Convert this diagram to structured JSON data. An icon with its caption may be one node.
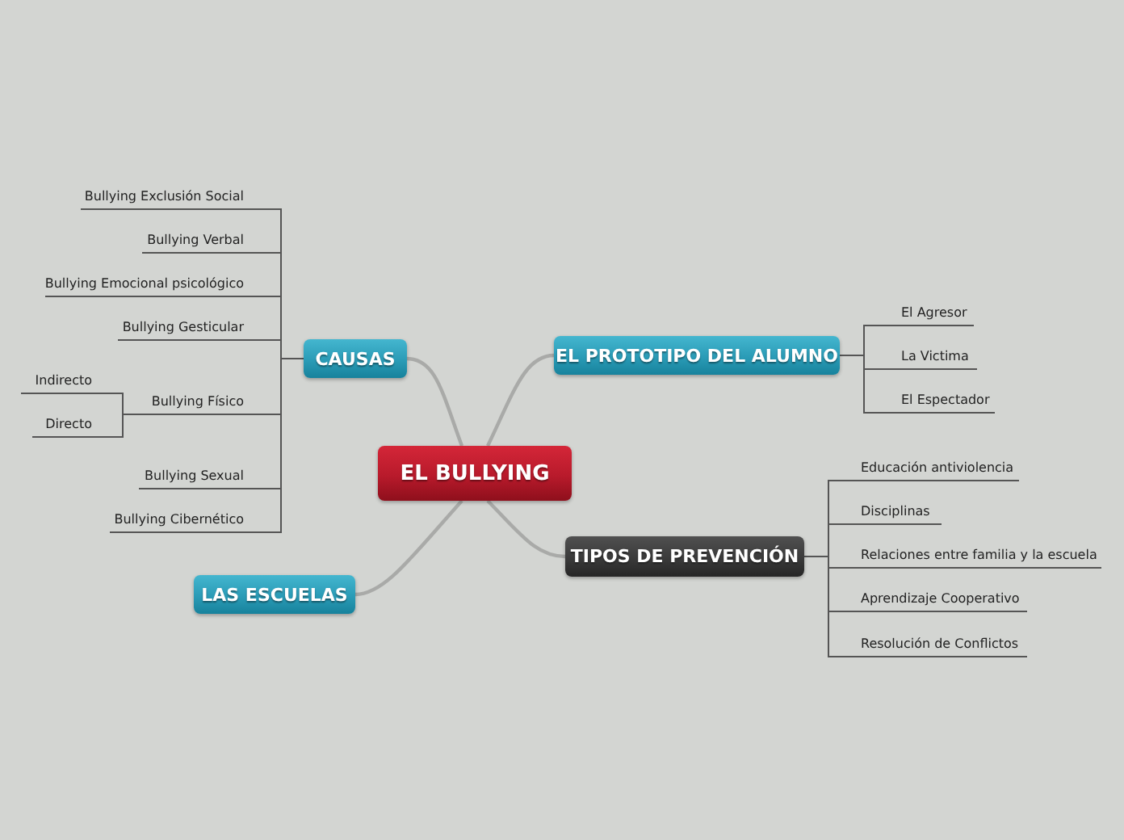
{
  "diagram": {
    "nodes": [
      {
        "text": [
          "EL BULLYING"
        ]
      },
      {
        "text": [
          "CAUSAS"
        ]
      },
      {
        "text": [
          "EL PROTOTIPO DEL ALUMNO"
        ]
      },
      {
        "text": [
          "TIPOS DE PREVENCIÓN"
        ]
      },
      {
        "text": [
          "LAS ESCUELAS"
        ]
      },
      {
        "text": [
          "Bullying Exclusión Social"
        ]
      },
      {
        "text": [
          "Bullying Verbal"
        ]
      },
      {
        "text": [
          "Bullying Emocional psicológico"
        ]
      },
      {
        "text": [
          "Bullying Gesticular"
        ]
      },
      {
        "text": [
          "Bullying Físico"
        ]
      },
      {
        "text": [
          "Indirecto"
        ]
      },
      {
        "text": [
          "Directo"
        ]
      },
      {
        "text": [
          "Bullying Sexual"
        ]
      },
      {
        "text": [
          "Bullying Cibernético"
        ]
      },
      {
        "text": [
          "El Agresor"
        ]
      },
      {
        "text": [
          "La Victima"
        ]
      },
      {
        "text": [
          "El Espectador"
        ]
      },
      {
        "text": [
          "Educación antiviolencia"
        ]
      },
      {
        "text": [
          "Disciplinas"
        ]
      },
      {
        "text": [
          "Relaciones entre familia y la escuela"
        ]
      },
      {
        "text": [
          "Aprendizaje Cooperativo"
        ]
      },
      {
        "text": [
          "Resolución de Conflictos"
        ]
      }
    ],
    "edges": [
      {
        "from": 0,
        "to": 1,
        "arrow": "none"
      },
      {
        "from": 0,
        "to": 2,
        "arrow": "none"
      },
      {
        "from": 0,
        "to": 3,
        "arrow": "none"
      },
      {
        "from": 0,
        "to": 4,
        "arrow": "none"
      },
      {
        "from": 1,
        "to": 5,
        "arrow": "none"
      },
      {
        "from": 1,
        "to": 6,
        "arrow": "none"
      },
      {
        "from": 1,
        "to": 7,
        "arrow": "none"
      },
      {
        "from": 1,
        "to": 8,
        "arrow": "none"
      },
      {
        "from": 1,
        "to": 9,
        "arrow": "none"
      },
      {
        "from": 9,
        "to": 10,
        "arrow": "none"
      },
      {
        "from": 9,
        "to": 11,
        "arrow": "none"
      },
      {
        "from": 1,
        "to": 12,
        "arrow": "none"
      },
      {
        "from": 1,
        "to": 13,
        "arrow": "none"
      },
      {
        "from": 2,
        "to": 14,
        "arrow": "none"
      },
      {
        "from": 2,
        "to": 15,
        "arrow": "none"
      },
      {
        "from": 2,
        "to": 16,
        "arrow": "none"
      },
      {
        "from": 3,
        "to": 17,
        "arrow": "none"
      },
      {
        "from": 3,
        "to": 18,
        "arrow": "none"
      },
      {
        "from": 3,
        "to": 19,
        "arrow": "none"
      },
      {
        "from": 3,
        "to": 20,
        "arrow": "none"
      },
      {
        "from": 3,
        "to": 21,
        "arrow": "none"
      }
    ]
  }
}
